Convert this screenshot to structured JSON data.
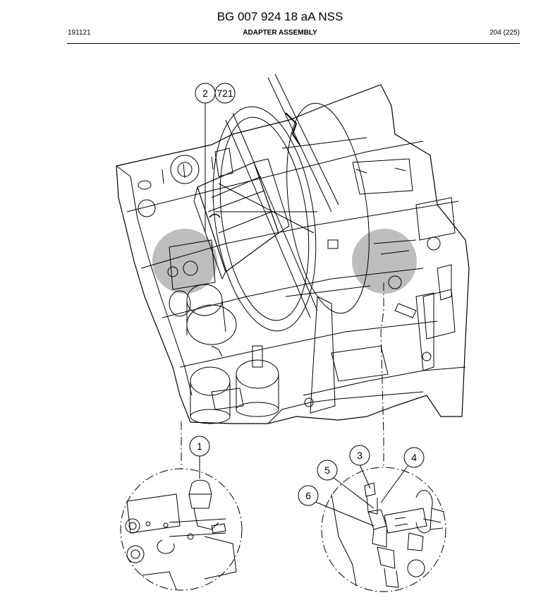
{
  "header": {
    "document_number": "BG 007 924 18 aA NSS",
    "date_code": "191121",
    "section_title": "ADAPTER ASSEMBLY",
    "page": "204 (225)"
  },
  "callouts": [
    "2",
    "721",
    "1",
    "3",
    "4",
    "5",
    "6"
  ],
  "colors": {
    "line": "#000000",
    "highlight": "#9a9a9a",
    "background": "#ffffff"
  },
  "icons": [
    "wave-logo-icon"
  ]
}
